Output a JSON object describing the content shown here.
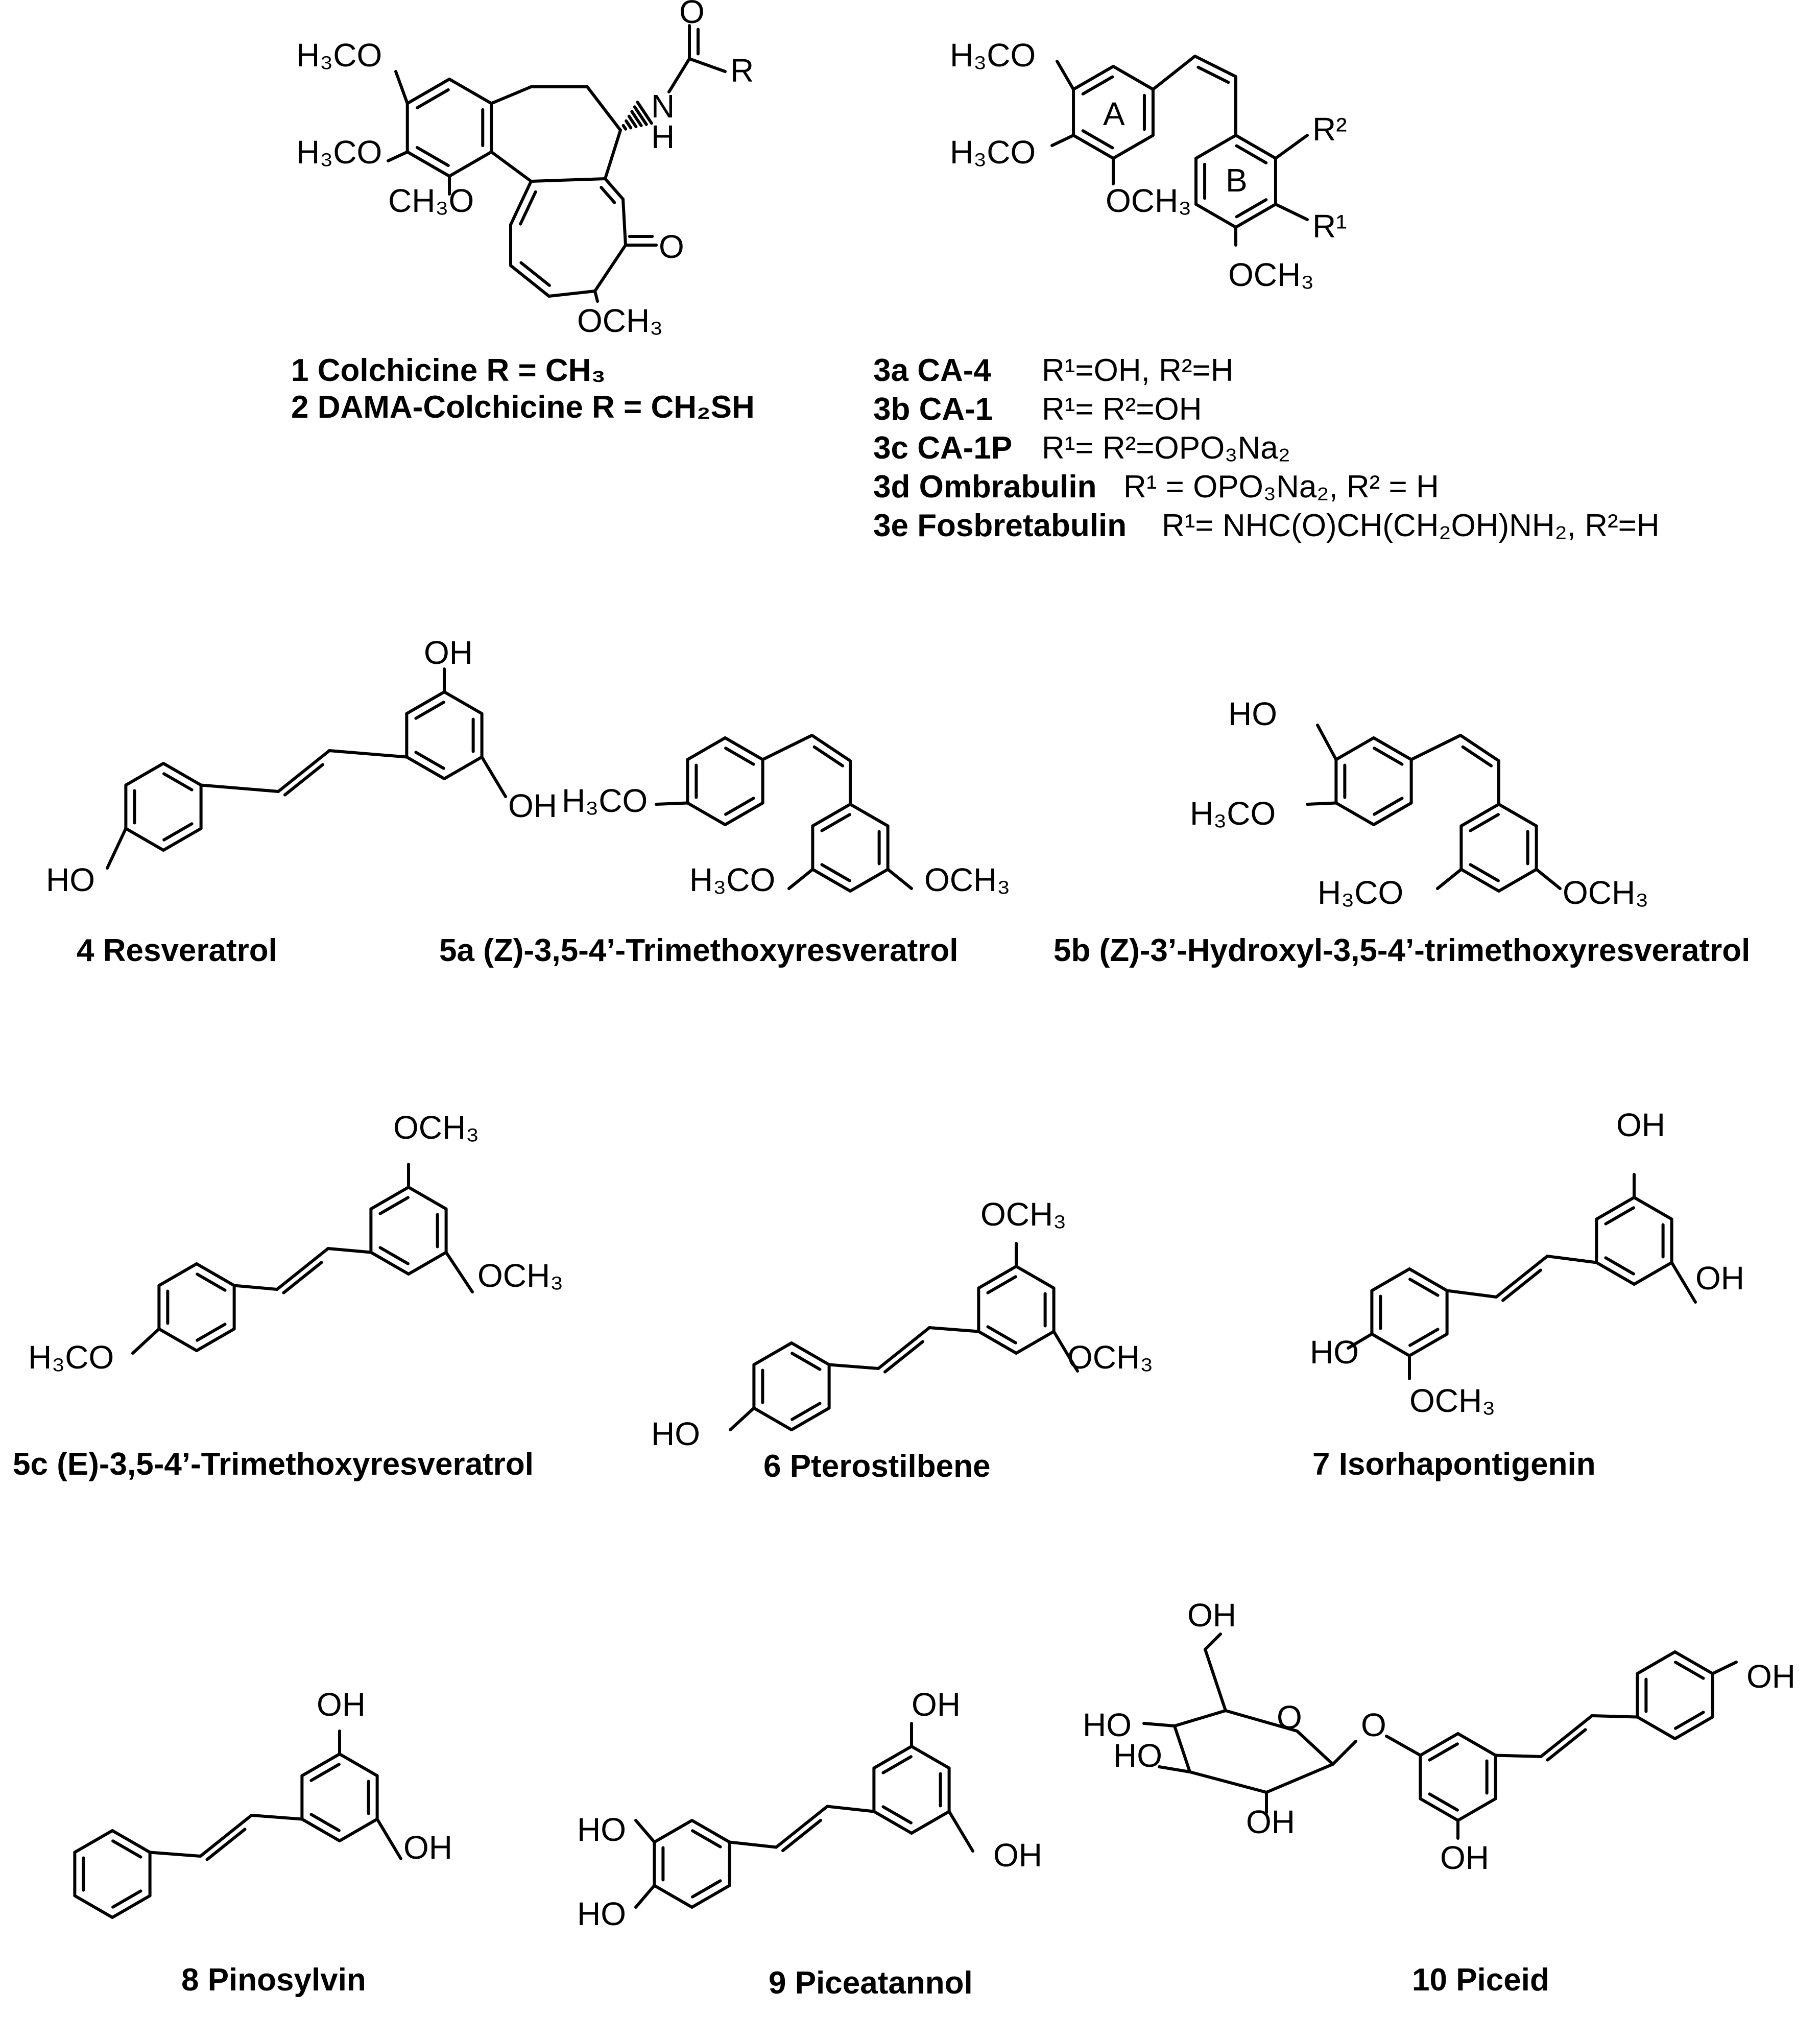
{
  "atoms": {
    "h3co": "H₃CO",
    "ch3o": "CH₃O",
    "och3": "OCH₃",
    "oh": "OH",
    "ho": "HO",
    "o": "O",
    "r": "R",
    "nh": "N",
    "h": "H",
    "r1": "R¹",
    "r2": "R²",
    "ring_a": "A",
    "ring_b": "B"
  },
  "captions": {
    "c1": {
      "name": "1 Colchicine R = CH₃"
    },
    "c2": {
      "name": "2 DAMA-Colchicine R = CH₂SH"
    },
    "c3a": {
      "name": "3a CA-4",
      "sub": "R¹=OH, R²=H"
    },
    "c3b": {
      "name": "3b CA-1",
      "sub": "R¹= R²=OH"
    },
    "c3c": {
      "name": "3c CA-1P",
      "sub": "R¹= R²=OPO₃Na₂"
    },
    "c3d": {
      "name": "3d Ombrabulin",
      "sub": "R¹ = OPO₃Na₂, R² = H"
    },
    "c3e": {
      "name": "3e Fosbretabulin",
      "sub": "R¹= NHC(O)CH(CH₂OH)NH₂, R²=H"
    },
    "c4": {
      "name": "4 Resveratrol"
    },
    "c5a": {
      "name": "5a (Z)-3,5-4’-Trimethoxyresveratrol"
    },
    "c5b": {
      "name": "5b (Z)-3’-Hydroxyl-3,5-4’-trimethoxyresveratrol"
    },
    "c5c": {
      "name": "5c (E)-3,5-4’-Trimethoxyresveratrol"
    },
    "c6": {
      "name": "6 Pterostilbene"
    },
    "c7": {
      "name": "7 Isorhapontigenin"
    },
    "c8": {
      "name": "8 Pinosylvin"
    },
    "c9": {
      "name": "9 Piceatannol"
    },
    "c10": {
      "name": "10 Piceid"
    }
  }
}
